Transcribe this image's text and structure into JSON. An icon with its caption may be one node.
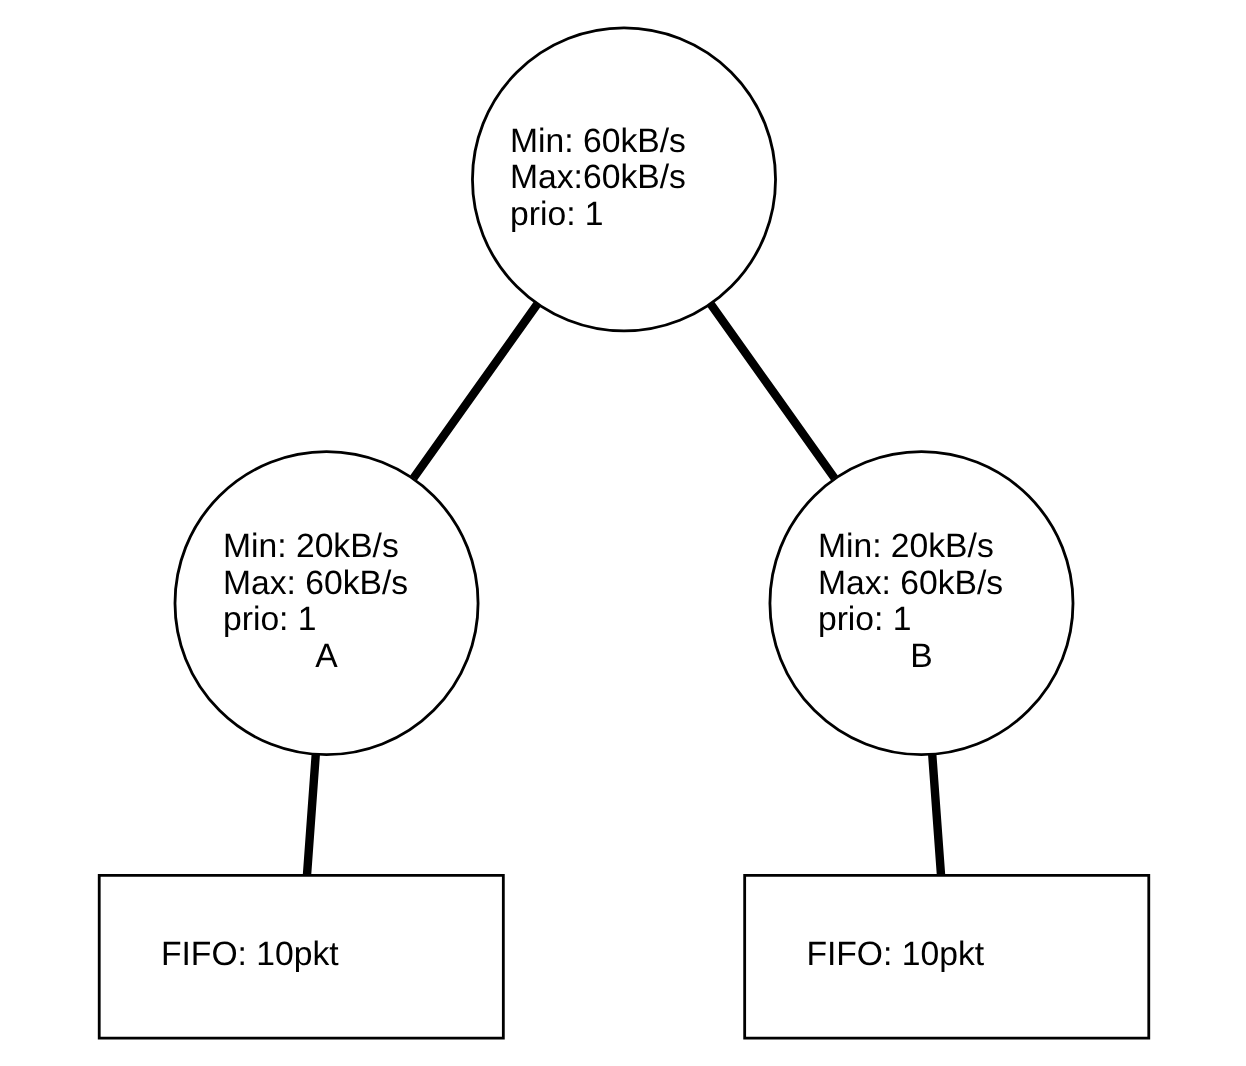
{
  "diagram": {
    "nodes": [
      {
        "text": [
          "Min: 60kB/s Max:60kB/s prio: 1"
        ]
      },
      {
        "text": [
          "Min: 20kB/s Max: 60kB/s prio: 1",
          "A"
        ]
      },
      {
        "text": [
          "Min: 20kB/s Max: 60kB/s prio: 1",
          "B"
        ]
      },
      {
        "text": [
          "FIFO: 10pkt"
        ]
      },
      {
        "text": [
          "FIFO: 10pkt"
        ]
      }
    ],
    "edges": [
      {
        "from": 0,
        "to": 1,
        "arrow": "none"
      },
      {
        "from": 0,
        "to": 2,
        "arrow": "none"
      },
      {
        "from": 1,
        "to": 3,
        "arrow": "none"
      },
      {
        "from": 2,
        "to": 4,
        "arrow": "none"
      }
    ]
  }
}
